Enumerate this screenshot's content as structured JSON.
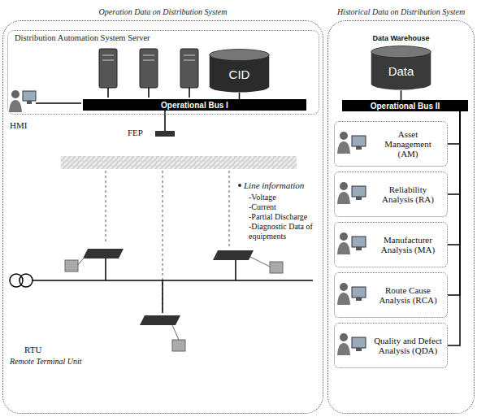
{
  "diagram": {
    "nodes": [
      {
        "text": [
          "Operation Data on Distribution System"
        ]
      },
      {
        "text": [
          "Distribution Automation System Server"
        ],
        "in": 0
      },
      {
        "text": [
          "CID"
        ],
        "in": 1
      },
      {
        "text": [
          "Operational Bus I"
        ],
        "in": 1
      },
      {
        "text": [
          "FEP"
        ],
        "in": 0
      },
      {
        "text": [
          "Historical Data on Distribution System"
        ]
      },
      {
        "text": [
          "Data Warehouse",
          "Data"
        ],
        "in": 5
      },
      {
        "text": [
          "Operational Bus II"
        ],
        "in": 5
      },
      {
        "text": [
          "Asset Management (AM)"
        ],
        "in": 5
      },
      {
        "text": [
          "Reliability Analysis (RA)"
        ],
        "in": 5
      },
      {
        "text": [
          "Manufacturer Analysis (MA)"
        ],
        "in": 5
      },
      {
        "text": [
          "Route Cause Analysis (RCA)"
        ],
        "in": 5
      },
      {
        "text": [
          "Quality and Defect Analysis (QDA)"
        ],
        "in": 5
      }
    ],
    "edges": [
      {
        "from": 2,
        "to": 3,
        "arrow": "none"
      },
      {
        "from": 3,
        "to": 4,
        "arrow": "none"
      },
      {
        "from": 6,
        "to": 7,
        "arrow": "none"
      },
      {
        "from": 7,
        "to": 8,
        "arrow": "none"
      },
      {
        "from": 7,
        "to": 9,
        "arrow": "none"
      },
      {
        "from": 7,
        "to": 10,
        "arrow": "none"
      },
      {
        "from": 7,
        "to": 11,
        "arrow": "none"
      },
      {
        "from": 7,
        "to": 12,
        "arrow": "none"
      }
    ],
    "labels": [
      "HMI",
      "Line information",
      "-Voltage",
      "-Current",
      "-Partial Discharge",
      "-Diagnostic Data of equipments",
      "RTU",
      "Remote Terminal Unit"
    ]
  }
}
